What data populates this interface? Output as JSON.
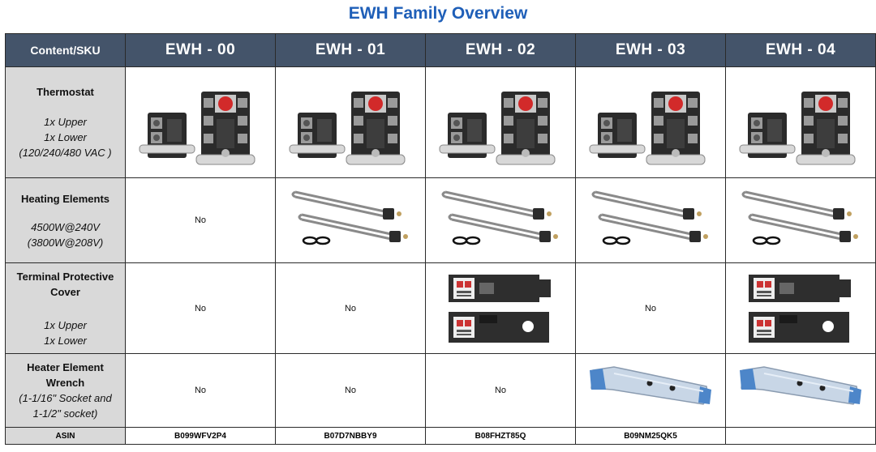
{
  "title": "EWH Family Overview",
  "header": {
    "content_sku": "Content/SKU",
    "skus": [
      "EWH - 00",
      "EWH - 01",
      "EWH - 02",
      "EWH - 03",
      "EWH - 04"
    ]
  },
  "rows": {
    "thermostat": {
      "title": "Thermostat",
      "lines": [
        "1x Upper",
        "1x Lower",
        "(120/240/480 VAC )"
      ],
      "cells": [
        "thermostat-image",
        "thermostat-image",
        "thermostat-image",
        "thermostat-image",
        "thermostat-image"
      ]
    },
    "heating": {
      "title": "Heating Elements",
      "lines": [
        "4500W@240V",
        "(3800W@208V)"
      ],
      "cells": [
        "No",
        "heating-elements-image",
        "heating-elements-image",
        "heating-elements-image",
        "heating-elements-image"
      ]
    },
    "cover": {
      "title_1": "Terminal Protective",
      "title_2": "Cover",
      "lines": [
        "1x Upper",
        "1x Lower"
      ],
      "cells": [
        "No",
        "No",
        "cover-image",
        "No",
        "cover-image"
      ]
    },
    "wrench": {
      "title_1": "Heater Element",
      "title_2": "Wrench",
      "lines": [
        "(1-1/16\" Socket and",
        "1-1/2\" socket)"
      ],
      "cells": [
        "No",
        "No",
        "No",
        "wrench-image",
        "wrench-image"
      ]
    },
    "asin": {
      "label": "ASIN",
      "values": [
        "B099WFV2P4",
        "B07D7NBBY9",
        "B08FHZT85Q",
        "B09NM25QK5",
        ""
      ]
    }
  },
  "colors": {
    "title": "#1f5fb8",
    "header_bg": "#44546a",
    "label_bg": "#d9d9d9"
  }
}
